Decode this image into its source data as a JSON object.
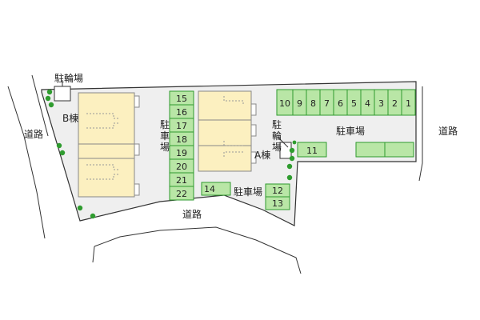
{
  "colors": {
    "site": "#efefef",
    "parking": "#b9e6a6",
    "parking_border": "#2e9a2e",
    "building": "#fcf0c0",
    "tree": "#2f9c2f",
    "line": "#333333"
  },
  "labels": {
    "bicycle_parking_top": "駐輪場",
    "building_b": "B棟",
    "building_a": "A棟",
    "parking_center": "駐車場",
    "parking_right": "駐車場",
    "parking_bottom": "駐車場",
    "bicycle_parking_right": "駐輪場",
    "road_left": "道路",
    "road_right": "道路",
    "road_bottom": "道路"
  },
  "parking_spaces": {
    "top_row": [
      "10",
      "9",
      "8",
      "7",
      "6",
      "5",
      "4",
      "3",
      "2",
      "1"
    ],
    "left_column": [
      "15",
      "16",
      "17",
      "18",
      "19",
      "20",
      "21",
      "22"
    ],
    "space_11": "11",
    "space_14": "14",
    "space_12": "12",
    "space_13": "13"
  }
}
